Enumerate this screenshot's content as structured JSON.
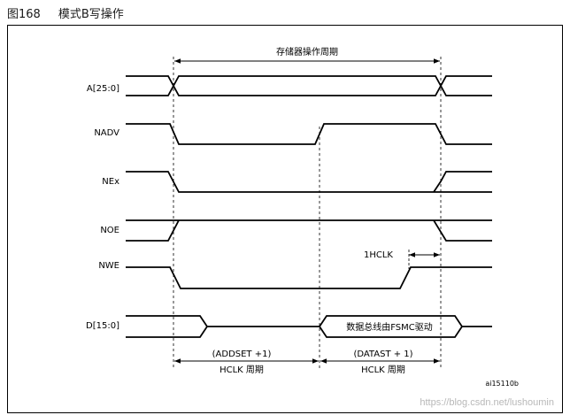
{
  "figure": {
    "number": "图168",
    "title": "模式B写操作",
    "id_code": "ai15110b",
    "watermark": "https://blog.csdn.net/lushoumin"
  },
  "signals": {
    "address": "A[25:0]",
    "nadv": "NADV",
    "nex": "NEx",
    "noe": "NOE",
    "nwe": "NWE",
    "data": "D[15:0]"
  },
  "annotations": {
    "memory_cycle": "存储器操作周期",
    "one_hclk": "1HCLK",
    "data_bus_driven": "数据总线由FSMC驱动",
    "addset": "(ADDSET +1)",
    "addset_unit": "HCLK 周期",
    "datast": "(DATAST + 1)",
    "datast_unit": "HCLK 周期"
  }
}
